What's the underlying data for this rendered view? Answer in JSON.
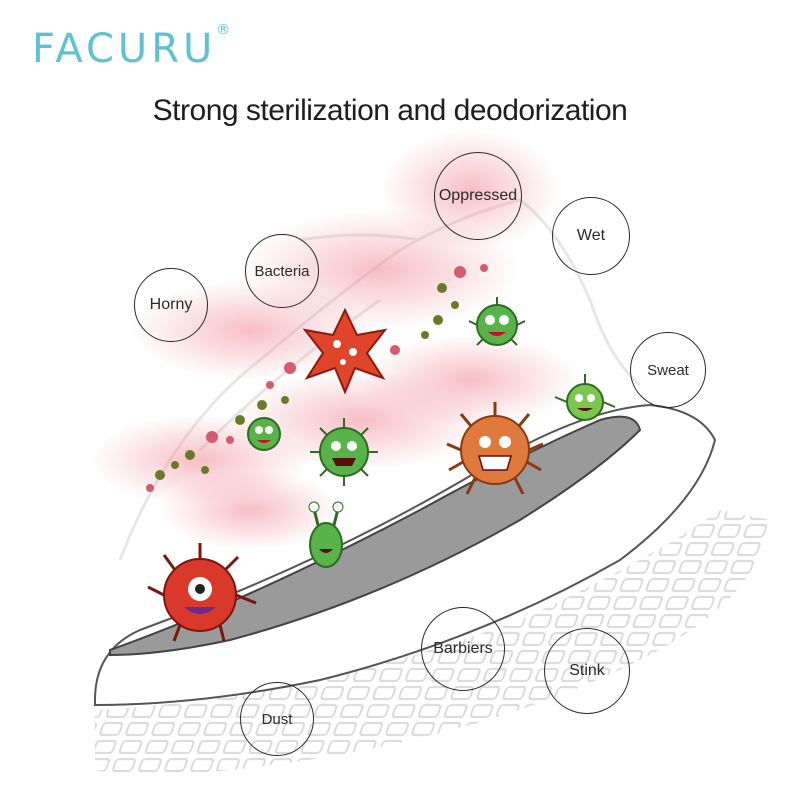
{
  "brand": {
    "name": "FACURU",
    "mark": "®"
  },
  "headline": "Strong sterilization and deodorization",
  "labels": {
    "horny": "Horny",
    "bacteria": "Bacteria",
    "oppressed": "Oppressed",
    "wet": "Wet",
    "sweat": "Sweat",
    "barbiers": "Barbiers",
    "stink": "Stink",
    "dust": "Dust"
  },
  "colors": {
    "brand": "#5ec3cf",
    "haze": "#f08a96",
    "sole_gray": "#9a9a9a",
    "germ_red": "#e0452b",
    "germ_green": "#58b44a",
    "germ_orange": "#e07a3c"
  },
  "icons": [
    "red-star-germ-icon",
    "green-germ-icon",
    "orange-germ-icon",
    "red-germ-icon",
    "tall-green-germ-icon"
  ]
}
